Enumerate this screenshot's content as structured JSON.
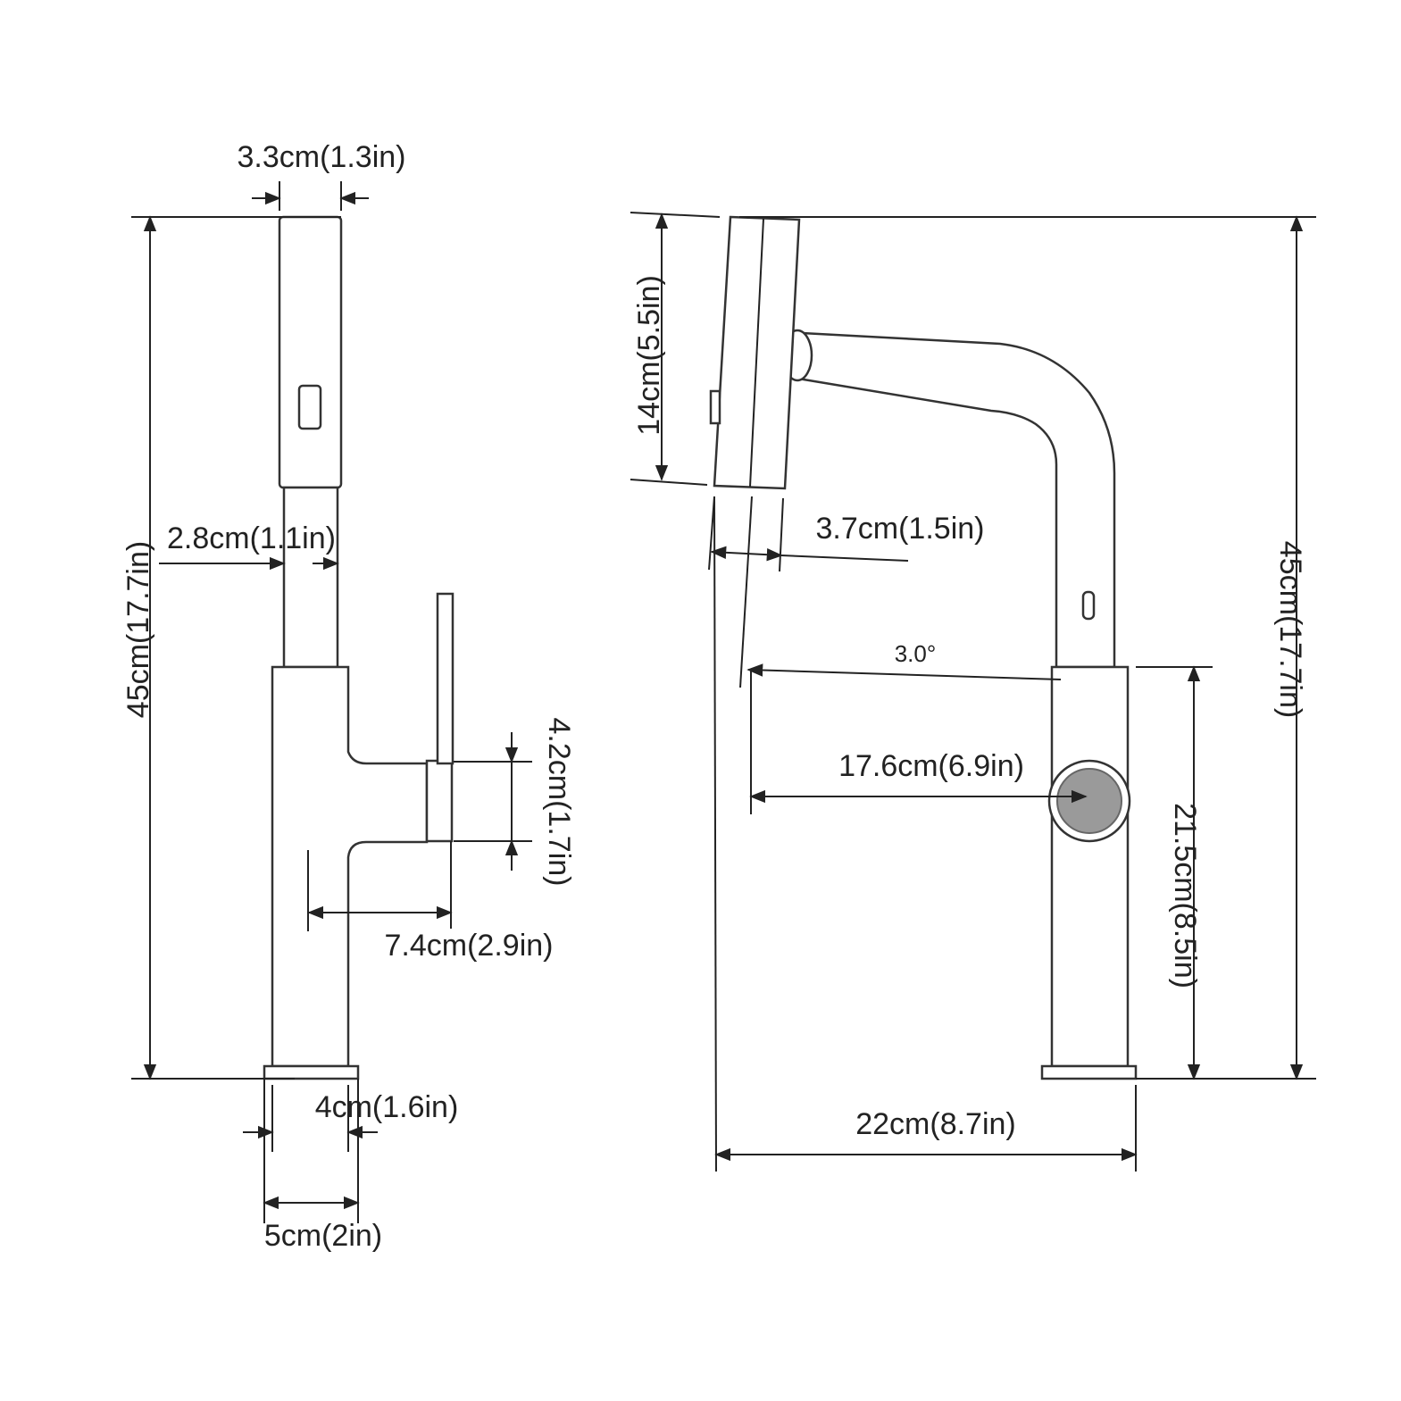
{
  "colors": {
    "line": "#222222",
    "outline": "#333333",
    "shade": "#d9d9d9",
    "background": "#ffffff"
  },
  "side_view": {
    "spray_head_width": "3.3cm(1.3in)",
    "pull_hose_width": "2.8cm(1.1in)",
    "total_height": "45cm(17.7in)",
    "handle_height": "4.2cm(1.7in)",
    "handle_length": "7.4cm(2.9in)",
    "base_inner_width": "4cm(1.6in)",
    "base_outer_width": "5cm(2in)"
  },
  "front_view": {
    "spray_head_height": "14cm(5.5in)",
    "spray_head_depth": "3.7cm(1.5in)",
    "tilt_angle": "3.0°",
    "reach": "17.6cm(6.9in)",
    "total_height": "45cm(17.7in)",
    "body_height": "21.5cm(8.5in)",
    "total_width": "22cm(8.7in)"
  }
}
